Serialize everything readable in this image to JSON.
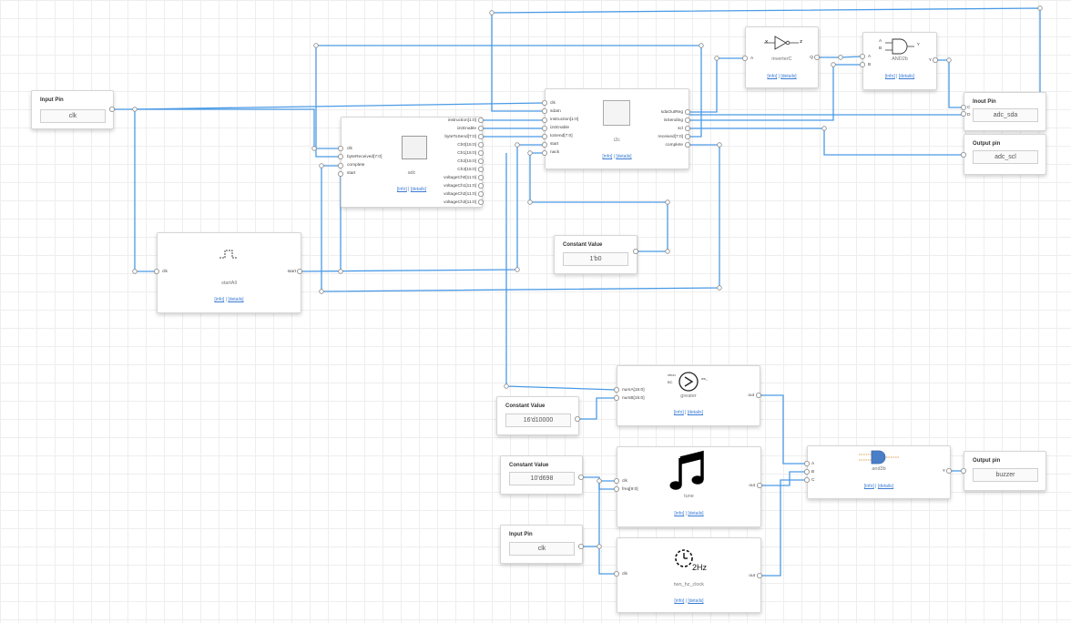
{
  "nodes": {
    "input_clk": {
      "title": "Input Pin",
      "value": "clk"
    },
    "adc": {
      "name": "adc",
      "ports_left": [
        "clk",
        "byteReceived[7:0]",
        "complete",
        "start"
      ],
      "ports_right": [
        "instruction[1:0]",
        "i2cEnable",
        "byteToSend[7:0]",
        "Ch0[15:0]",
        "Ch1[15:0]",
        "Ch2[15:0]",
        "Ch3[15:0]",
        "voltageCh0[11:0]",
        "voltageCh1[11:0]",
        "voltageCh2[11:0]",
        "voltageCh3[11:0]"
      ]
    },
    "i2c": {
      "name": "i2c",
      "ports_left": [
        "clk",
        "sdaIn",
        "instruction[1:0]",
        "i2cEnable",
        "toSend[7:0]",
        "start",
        "nack"
      ],
      "ports_right": [
        "sdaOutReg",
        "isSending",
        "scl",
        "received[7:0]",
        "complete"
      ]
    },
    "startAll": {
      "name": "startAll",
      "port_left": "clk",
      "port_right": "start"
    },
    "const_1b0": {
      "title": "Constant Value",
      "value": "1'b0"
    },
    "inverter": {
      "name": "inverterC",
      "port_left": "A",
      "port_right": "Q",
      "icon_in": "X",
      "icon_out": "Z"
    },
    "and2b": {
      "name": "AND2b",
      "ports_left": [
        "A",
        "B"
      ],
      "port_right": "Y",
      "icon_a": "A",
      "icon_b": "B",
      "icon_y": "Y"
    },
    "inout_sda": {
      "title": "Inout Pin",
      "value": "adc_sda",
      "ports": [
        "C",
        "D"
      ]
    },
    "out_scl": {
      "title": "Output pin",
      "value": "adc_scl"
    },
    "greater": {
      "name": "greater",
      "ports_left": [
        "numA[15:0]",
        "numB[15:0]"
      ],
      "port_right": "out",
      "icon_a": "chun",
      "icon_b": "BC",
      "icon_out": "ws_"
    },
    "const_16": {
      "title": "Constant Value",
      "value": "16'd10000"
    },
    "const_10": {
      "title": "Constant Value",
      "value": "10'd698"
    },
    "tune": {
      "name": "tune",
      "ports_left": [
        "clk",
        "freq[9:0]"
      ],
      "port_right": "out"
    },
    "input_clk2": {
      "title": "Input Pin",
      "value": "clk"
    },
    "two_hz": {
      "name": "two_hz_clock",
      "port_left": "clk",
      "port_right": "out",
      "icon_text": "2Hz"
    },
    "and3b": {
      "name": "and3b",
      "ports_left": [
        "A",
        "B",
        "C"
      ],
      "port_right": "Y"
    },
    "out_buzzer": {
      "title": "Output pin",
      "value": "buzzer"
    }
  },
  "links": {
    "info": "[info]",
    "details": "[details]",
    "sep": "|"
  },
  "colors": {
    "wire": "#4a9ae6",
    "port_stroke": "#888888",
    "link": "#3a7bd5",
    "and_fill": "#4a7fc8"
  }
}
